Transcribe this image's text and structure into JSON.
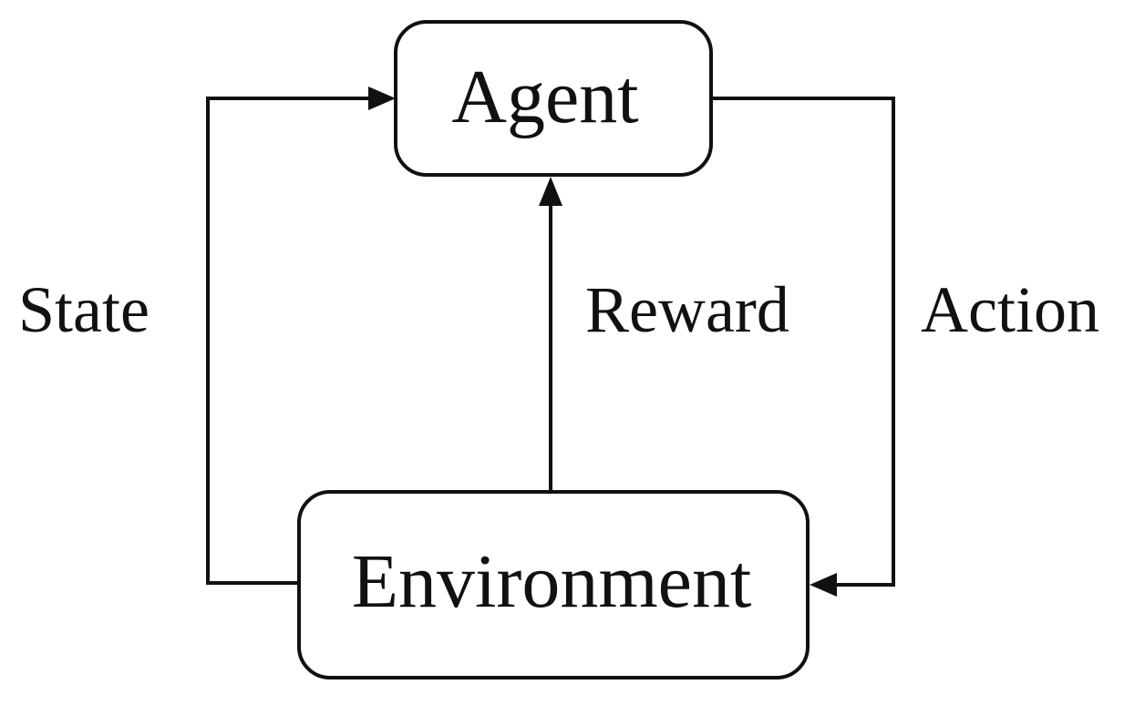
{
  "nodes": {
    "agent": {
      "label": "Agent"
    },
    "environment": {
      "label": "Environment"
    }
  },
  "edges": {
    "state": {
      "label": "State",
      "from": "environment",
      "to": "agent"
    },
    "reward": {
      "label": "Reward",
      "from": "environment",
      "to": "agent"
    },
    "action": {
      "label": "Action",
      "from": "agent",
      "to": "environment"
    }
  },
  "colors": {
    "line": "#111111",
    "background": "#ffffff"
  }
}
